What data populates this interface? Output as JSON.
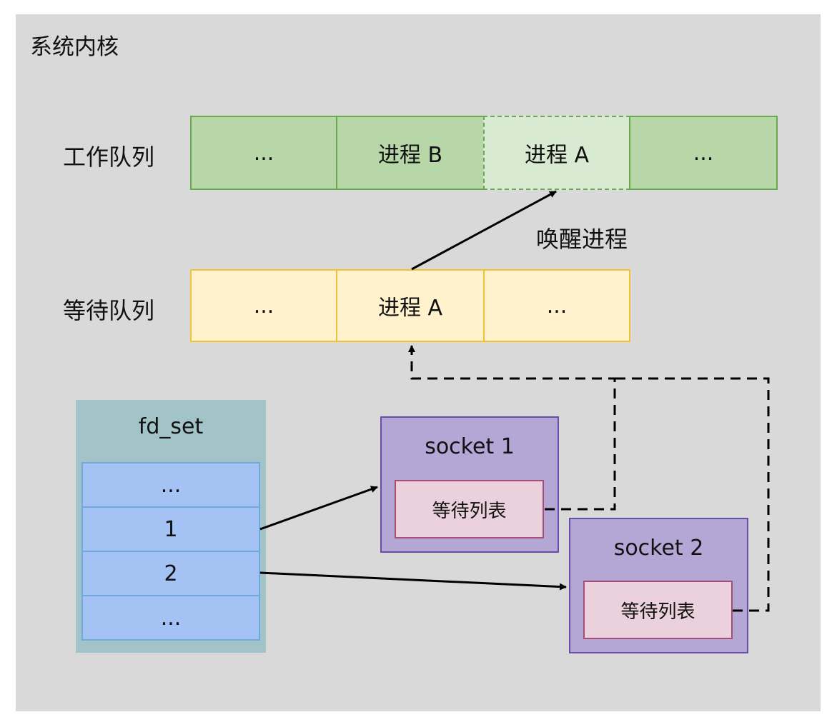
{
  "kernel": {
    "title": "系统内核"
  },
  "work_queue": {
    "label": "工作队列",
    "cells": [
      "...",
      "进程 B",
      "进程 A",
      "..."
    ]
  },
  "wait_queue": {
    "label": "等待队列",
    "cells": [
      "...",
      "进程 A",
      "..."
    ]
  },
  "wake_label": "唤醒进程",
  "fd_set": {
    "title": "fd_set",
    "cells": [
      "...",
      "1",
      "2",
      "..."
    ]
  },
  "sockets": [
    {
      "title": "socket 1",
      "wait_list": "等待列表"
    },
    {
      "title": "socket 2",
      "wait_list": "等待列表"
    }
  ],
  "colors": {
    "kernel_bg": "#d9d9d9",
    "work_queue": "#b7d7a8",
    "wait_queue": "#fff2cc",
    "fd_set": "#a2c4c9",
    "socket": "#b4a7d6",
    "wait_list": "#ead1dc"
  }
}
